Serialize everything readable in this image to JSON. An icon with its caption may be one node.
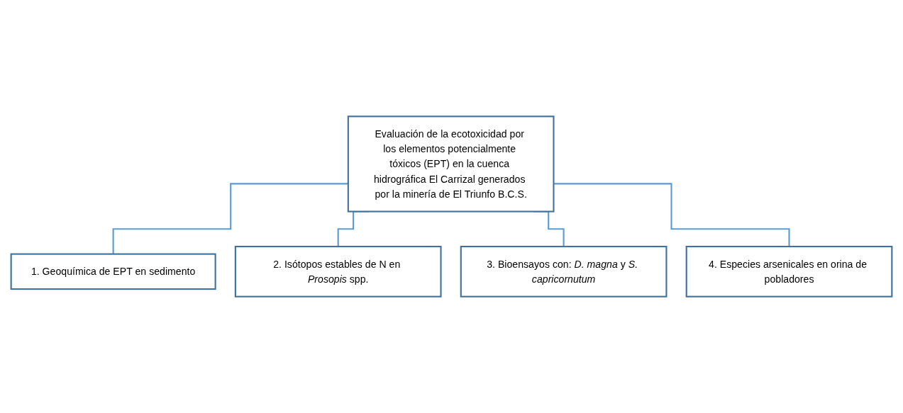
{
  "diagram": {
    "nodes": [
      {
        "text": [
          "Evaluación de la ecotoxicidad por los elementos potencialmente tóxicos (EPT) en la cuenca hidrográfica El Carrizal generados por la minería de El Triunfo B.C.S."
        ]
      },
      {
        "text": [
          "1. Geoquímica de EPT en sedimento"
        ]
      },
      {
        "text": [
          "2. Isótopos estables de N en *Prosopis* spp."
        ]
      },
      {
        "text": [
          "3. Bioensayos con: *D. magna* y *S. capricornutum*"
        ]
      },
      {
        "text": [
          "4. Especies arsenicales en orina de pobladores"
        ]
      }
    ],
    "edges": [
      {
        "from": 0,
        "to": 1,
        "arrow": "none"
      },
      {
        "from": 0,
        "to": 2,
        "arrow": "none"
      },
      {
        "from": 0,
        "to": 3,
        "arrow": "none"
      },
      {
        "from": 0,
        "to": 4,
        "arrow": "none"
      }
    ]
  }
}
